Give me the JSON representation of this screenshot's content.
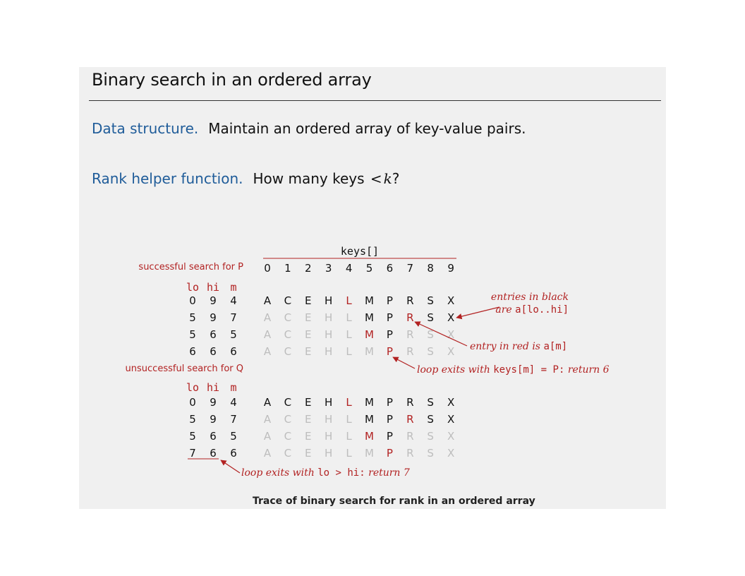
{
  "title": "Binary search in an ordered array",
  "bullets": [
    {
      "lead": "Data structure.",
      "text": "Maintain an ordered array of key-value pairs."
    },
    {
      "lead": "Rank helper function.",
      "text": "How many keys",
      "lt": "<",
      "var": "k",
      "end": "?"
    }
  ],
  "diagram": {
    "array_label": "keys[]",
    "indices": [
      "0",
      "1",
      "2",
      "3",
      "4",
      "5",
      "6",
      "7",
      "8",
      "9"
    ],
    "lo_hi_m_header": [
      "lo",
      "hi",
      "m"
    ],
    "keys": [
      "A",
      "C",
      "E",
      "H",
      "L",
      "M",
      "P",
      "R",
      "S",
      "X"
    ],
    "sections": [
      {
        "label": "successful search for P",
        "rows": [
          {
            "lo": "0",
            "hi": "9",
            "m": "4",
            "active_lo": 0,
            "active_hi": 9,
            "mid": 4
          },
          {
            "lo": "5",
            "hi": "9",
            "m": "7",
            "active_lo": 5,
            "active_hi": 9,
            "mid": 7
          },
          {
            "lo": "5",
            "hi": "6",
            "m": "5",
            "active_lo": 5,
            "active_hi": 6,
            "mid": 5
          },
          {
            "lo": "6",
            "hi": "6",
            "m": "6",
            "active_lo": 6,
            "active_hi": 6,
            "mid": 6
          }
        ]
      },
      {
        "label": "unsuccessful search for Q",
        "rows": [
          {
            "lo": "0",
            "hi": "9",
            "m": "4",
            "active_lo": 0,
            "active_hi": 9,
            "mid": 4
          },
          {
            "lo": "5",
            "hi": "9",
            "m": "7",
            "active_lo": 5,
            "active_hi": 9,
            "mid": 7
          },
          {
            "lo": "5",
            "hi": "6",
            "m": "5",
            "active_lo": 5,
            "active_hi": 6,
            "mid": 5
          },
          {
            "lo": "7",
            "hi": "6",
            "m": "6",
            "active_lo": 7,
            "active_hi": 6,
            "mid": 6
          }
        ]
      }
    ],
    "annotations": {
      "black_entries": {
        "line1": "entries in black",
        "line2_prefix": "are",
        "line2_code": "a[lo..hi]"
      },
      "red_entry": {
        "prefix": "entry in red is",
        "code": "a[m]"
      },
      "loop_exit_success": {
        "prefix": "loop exits with",
        "code": "keys[m] = P:",
        "suffix": "return 6"
      },
      "loop_exit_fail": {
        "prefix": "loop exits with",
        "code": "lo > hi:",
        "suffix": "return  7"
      }
    },
    "colors": {
      "red": "#b22222",
      "black": "#111111",
      "grey": "#bdbdbd",
      "blue": "#1f5c99"
    }
  },
  "caption": "Trace of  binary search for rank in an ordered array"
}
